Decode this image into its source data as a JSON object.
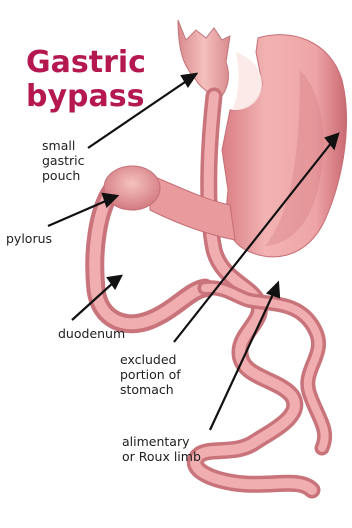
{
  "title": "Gastric\nbypass",
  "labels": {
    "small_gastric_pouch": "small\ngastric\npouch",
    "pylorus": "pylorus",
    "duodenum": "duodenum",
    "excluded_portion": "excluded\nportion of\nstomach",
    "alimentary_limb": "alimentary\nor Roux limb"
  },
  "colors": {
    "title": "#b5174f",
    "tissue_light": "#f2b3b2",
    "tissue_mid": "#e48f92",
    "tissue_dark": "#c96a72",
    "arrow": "#111111"
  }
}
